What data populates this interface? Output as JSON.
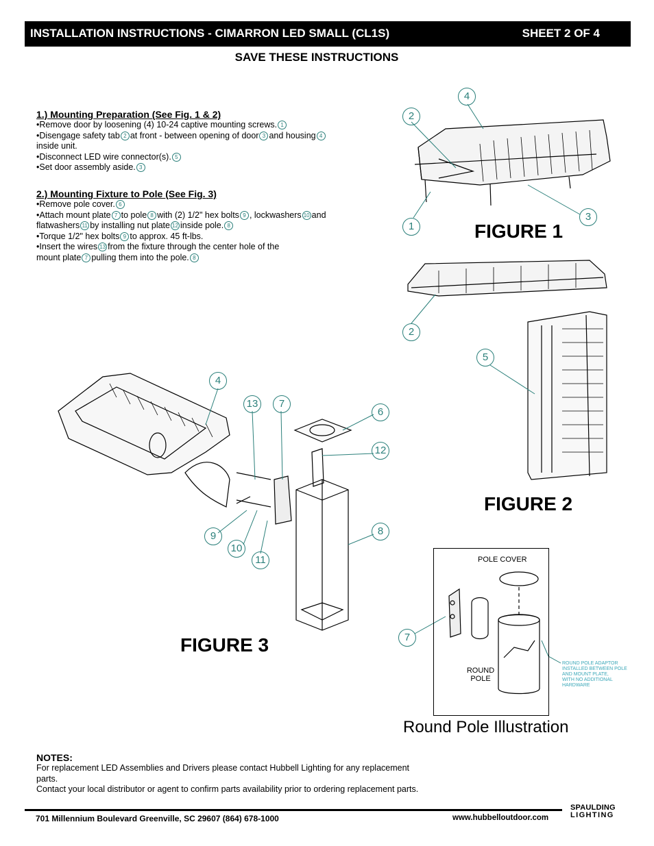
{
  "header": {
    "title": "INSTALLATION INSTRUCTIONS - CIMARRON LED SMALL (CL1S)",
    "sheet": "SHEET 2 OF 4"
  },
  "save_notice": "SAVE THESE INSTRUCTIONS",
  "section1": {
    "title": "1.) Mounting Preparation (See Fig. 1 & 2)",
    "items": [
      {
        "text": "Remove door by loosening (4) 10-24 captive mounting screws.",
        "ref": "1"
      },
      {
        "a": "Disengage safety tab",
        "r1": "2",
        "b": "at front - between opening of door",
        "r2": "3",
        "c": "and housing",
        "r3": "4",
        "cont": "inside unit."
      },
      {
        "text": "Disconnect LED wire connector(s).",
        "ref": "5"
      },
      {
        "text": "Set door assembly aside.",
        "ref": "3"
      }
    ]
  },
  "section2": {
    "title": "2.) Mounting Fixture to Pole (See Fig. 3)",
    "items": [
      {
        "text": "Remove pole cover.",
        "ref": "6"
      },
      {
        "a": "Attach mount plate",
        "r1": "7",
        "b": "to pole",
        "r2": "8",
        "c": "with (2) 1/2\" hex bolts",
        "r3": "9",
        "d": ", lockwashers",
        "r4": "10",
        "e": "and",
        "a2": "flatwashers",
        "r5": "11",
        "b2": "by installing nut plate",
        "r6": "12",
        "c2": "inside pole.",
        "r7": "8"
      },
      {
        "a": "Torque 1/2\" hex bolts",
        "r1": "9",
        "b": "to approx. 45 ft-lbs."
      },
      {
        "a": "Insert the wires",
        "r1": "13",
        "b": "from the fixture through the center hole of the",
        "a2": "mount plate",
        "r2": "7",
        "b2": "pulling them into the pole.",
        "r3": "8"
      }
    ]
  },
  "figures": {
    "fig1": "FIGURE 1",
    "fig2": "FIGURE 2",
    "fig3": "FIGURE 3",
    "round_pole_title": "Round Pole Illustration"
  },
  "callouts": {
    "fig1": [
      "4",
      "2",
      "1",
      "3"
    ],
    "fig2": [
      "2",
      "5"
    ],
    "fig3": [
      "4",
      "13",
      "7",
      "6",
      "12",
      "8",
      "9",
      "10",
      "11"
    ],
    "round": [
      "7"
    ]
  },
  "round_pole": {
    "pole_cover": "POLE COVER",
    "round_pole_line1": "ROUND",
    "round_pole_line2": "POLE",
    "note_lines": [
      "ROUND POLE ADAPTOR",
      "INSTALLED BETWEEN POLE",
      "AND MOUNT PLATE,",
      "WITH NO ADDITIONAL",
      "HARDWARE"
    ]
  },
  "notes": {
    "title": "NOTES:",
    "line1": "For replacement LED Assemblies and Drivers please contact Hubbell Lighting for any replacement",
    "line1b": "parts.",
    "line2": "Contact your local distributor or agent to confirm parts availability prior to ordering replacement parts."
  },
  "footer": {
    "address": "701 Millennium Boulevard Greenville, SC 29607 (864) 678-1000",
    "website": "www.hubbelloutdoor.com",
    "logo_line1": "SPAULDING",
    "logo_line2": "LIGHTING"
  },
  "colors": {
    "callout": "#2a7f7a",
    "header_bg": "#000000"
  }
}
